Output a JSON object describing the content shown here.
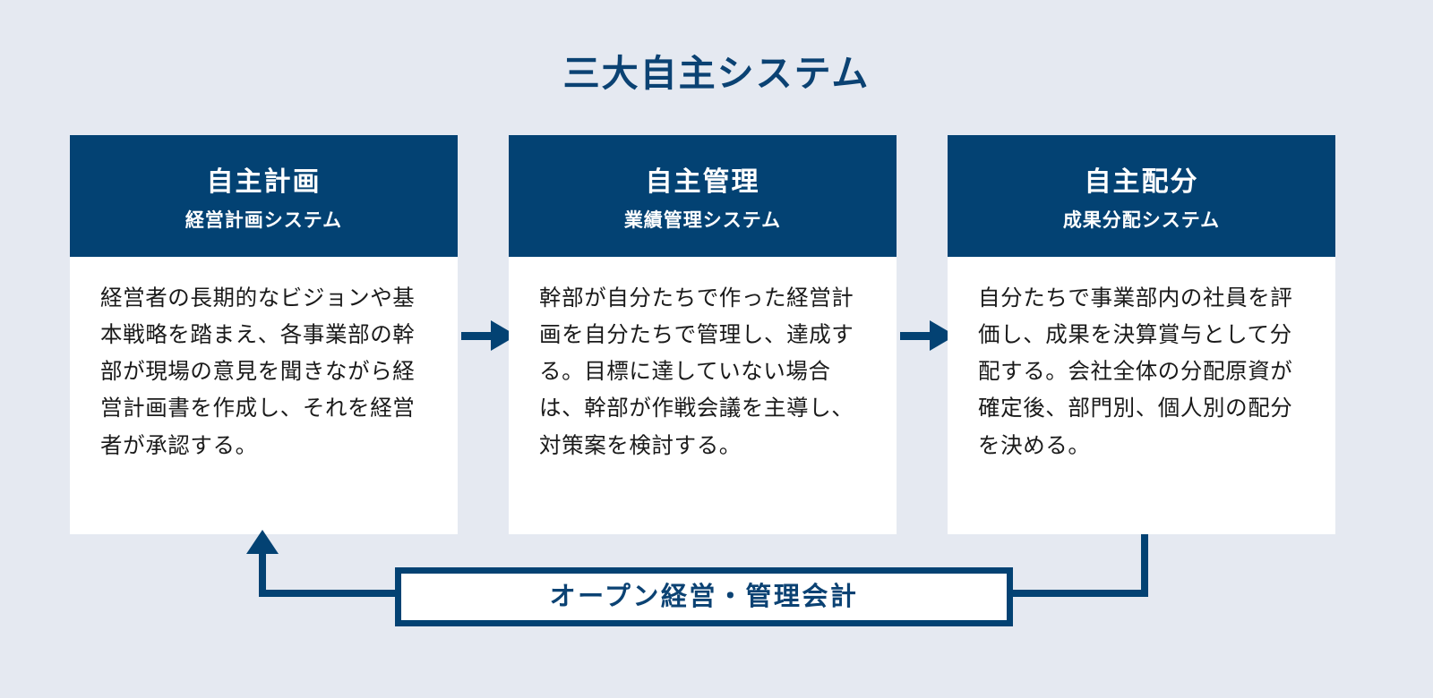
{
  "diagram": {
    "title": "三大自主システム",
    "background_color": "#e5e9f1",
    "accent_color": "#034273",
    "title_color": "#0b4273",
    "cards": [
      {
        "title": "自主計画",
        "subtitle": "経営計画システム",
        "body": "経営者の長期的なビジョンや基本戦略を踏まえ、各事業部の幹部が現場の意見を聞きながら経営計画書を作成し、それを経営者が承認する。"
      },
      {
        "title": "自主管理",
        "subtitle": "業績管理システム",
        "body": "幹部が自分たちで作った経営計画を自分たちで管理し、達成する。目標に達していない場合は、幹部が作戦会議を主導し、対策案を検討する。"
      },
      {
        "title": "自主配分",
        "subtitle": "成果分配システム",
        "body": "自分たちで事業部内の社員を評価し、成果を決算賞与として分配する。会社全体の分配原資が確定後、部門別、個人別の配分を決める。"
      }
    ],
    "footer": {
      "label": "オープン経営・管理会計"
    }
  }
}
